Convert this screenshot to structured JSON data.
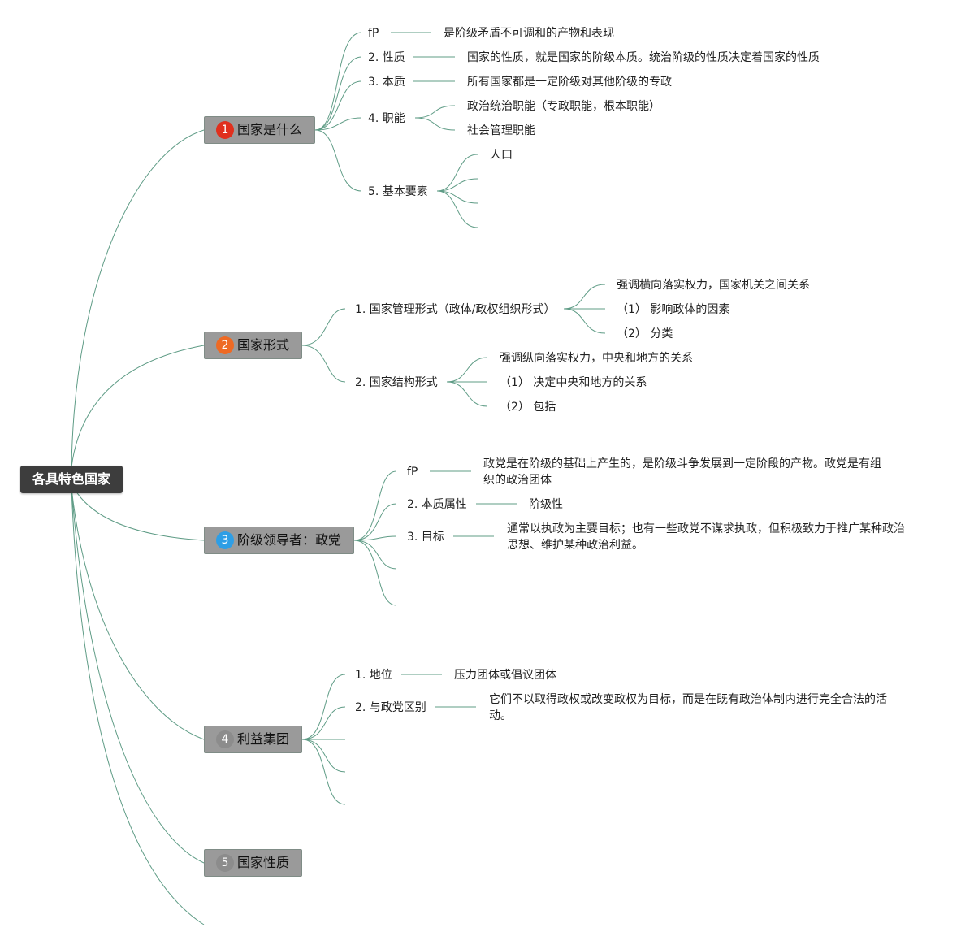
{
  "root": {
    "label": "各具特色国家"
  },
  "topics": [
    {
      "num": "1",
      "label": "国家是什么",
      "badge_color": "#e0301e"
    },
    {
      "num": "2",
      "label": "国家形式",
      "badge_color": "#ee6a24"
    },
    {
      "num": "3",
      "label": "阶级领导者：政党",
      "badge_color": "#2e9ee5"
    },
    {
      "num": "4",
      "label": "利益集团",
      "badge_color": "#8c8c8c"
    },
    {
      "num": "5",
      "label": "国家性质",
      "badge_color": "#8c8c8c"
    }
  ],
  "t1": {
    "c1": {
      "label": "fP",
      "value": "是阶级矛盾不可调和的产物和表现"
    },
    "c2": {
      "label": "2. 性质",
      "value": "国家的性质，就是国家的阶级本质。统治阶级的性质决定着国家的性质"
    },
    "c3": {
      "label": "3. 本质",
      "value": "所有国家都是一定阶级对其他阶级的专政"
    },
    "c4": {
      "label": "4. 职能",
      "items": [
        "政治统治职能（专政职能，根本职能）",
        "社会管理职能"
      ]
    },
    "c5": {
      "label": "5. 基本要素",
      "items": [
        "人口"
      ]
    }
  },
  "t2": {
    "c1": {
      "label": "1. 国家管理形式（政体/政权组织形式）",
      "items": [
        "强调横向落实权力，国家机关之间关系",
        "（1） 影响政体的因素",
        "（2） 分类"
      ]
    },
    "c2": {
      "label": "2. 国家结构形式",
      "items": [
        "强调纵向落实权力，中央和地方的关系",
        "（1） 决定中央和地方的关系",
        "（2） 包括"
      ]
    }
  },
  "t3": {
    "c1": {
      "label": "fP",
      "value": "政党是在阶级的基础上产生的，是阶级斗争发展到一定阶段的产物。政党是有组织的政治团体"
    },
    "c2": {
      "label": "2. 本质属性",
      "value": "阶级性"
    },
    "c3": {
      "label": "3. 目标",
      "value": "通常以执政为主要目标；也有一些政党不谋求执政，但积极致力于推广某种政治思想、维护某种政治利益。"
    }
  },
  "t4": {
    "c1": {
      "label": "1. 地位",
      "value": "压力团体或倡议团体"
    },
    "c2": {
      "label": "2. 与政党区别",
      "value": "它们不以取得政权或改变政权为目标，而是在既有政治体制内进行完全合法的活动。"
    }
  },
  "colors": {
    "line": "#5f9c86",
    "root_bg": "#3d3d3d",
    "topic_bg": "#9a9a9a"
  }
}
